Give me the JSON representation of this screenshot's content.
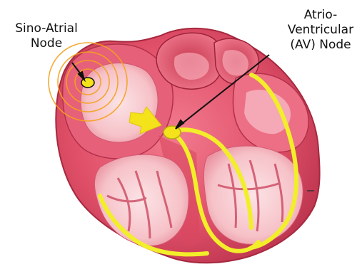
{
  "labels": {
    "sa_node": [
      "Sino-Atrial",
      "Node"
    ],
    "av_node": [
      "Atrio-",
      "Ventricular",
      "(AV) Node"
    ]
  },
  "colors": {
    "heart_muscle": "#e04f68",
    "heart_dark": "#b8324c",
    "heart_light": "#f49aa8",
    "chamber_inner": "#f6c2c8",
    "conduction_path": "#f2ee2a",
    "arrow_yellow": "#f4e21a",
    "pointer": "#111111",
    "sa_rings": "#f4a21c"
  }
}
